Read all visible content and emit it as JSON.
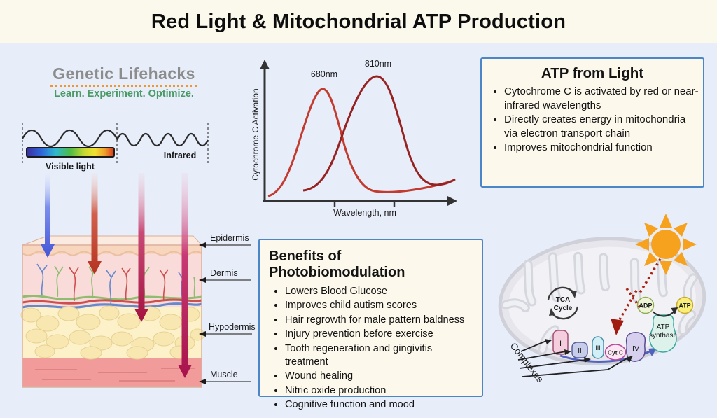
{
  "header": {
    "title": "Red Light & Mitochondrial ATP Production"
  },
  "logo": {
    "name": "Genetic Lifehacks",
    "tagline": "Learn. Experiment. Optimize."
  },
  "light_spectrum": {
    "visible_label": "Visible light",
    "infrared_label": "Infrared"
  },
  "skin": {
    "labels": [
      "Epidermis",
      "Dermis",
      "Hypodermis",
      "Muscle"
    ]
  },
  "chart": {
    "peak1_label": "680nm",
    "peak2_label": "810nm",
    "xlabel": "Wavelength, nm",
    "ylabel": "Cytochrome C Activation"
  },
  "chart_data": {
    "type": "line",
    "title": "",
    "xlabel": "Wavelength, nm",
    "ylabel": "Cytochrome C Activation",
    "grid": false,
    "x_ticks_labeled": false,
    "series": [
      {
        "name": "680nm",
        "peak_nm": 680,
        "relative_peak_height": 0.88,
        "color": "#c23b2e",
        "x": [
          620,
          640,
          660,
          680,
          700,
          720,
          740,
          760,
          800
        ],
        "y": [
          0.05,
          0.2,
          0.6,
          0.88,
          0.6,
          0.2,
          0.08,
          0.04,
          0.05
        ]
      },
      {
        "name": "810nm",
        "peak_nm": 810,
        "relative_peak_height": 1.0,
        "color": "#962222",
        "x": [
          700,
          730,
          760,
          785,
          810,
          835,
          860,
          880,
          900
        ],
        "y": [
          0.04,
          0.1,
          0.35,
          0.75,
          1.0,
          0.75,
          0.3,
          0.12,
          0.1
        ]
      }
    ],
    "annotations": [
      "680nm",
      "810nm"
    ]
  },
  "atp_box": {
    "title": "ATP from Light",
    "bullets": [
      "Cytochrome C is activated by red or near-infrared wavelengths",
      "Directly creates energy in mitochondria via electron transport chain",
      "Improves mitochondrial function"
    ]
  },
  "benefits_box": {
    "title": "Benefits of Photobiomodulation",
    "bullets": [
      "Lowers Blood Glucose",
      "Improves child autism scores",
      "Hair regrowth for male pattern baldness",
      "Injury prevention before exercise",
      "Tooth regeneration and gingivitis treatment",
      "Wound healing",
      "Nitric oxide production",
      "Cognitive function and mood"
    ]
  },
  "mitochondria": {
    "tca_line1": "TCA",
    "tca_line2": "Cycle",
    "complexes_label": "Complexes",
    "complexes": [
      "I",
      "II",
      "III",
      "IV"
    ],
    "cyt_c": "Cyt C",
    "adp": "ADP",
    "atp": "ATP",
    "atp_synthase_line1": "ATP",
    "atp_synthase_line2": "synthase"
  },
  "colors": {
    "background": "#e7eefa",
    "header_background": "#fbf8ec",
    "box_border": "#4a86c8",
    "box_background": "#fcf8ec",
    "curve_680": "#c23b2e",
    "curve_810": "#962222",
    "sun_orange": "#f6a21f",
    "logo_gray": "#8c8c8c",
    "logo_green": "#4a9a66",
    "logo_dots_orange": "#f0962e",
    "arrow_blue": "#4455d8",
    "arrow_red": "#c0392b",
    "arrow_crimson": "#ae1a4e",
    "arrow_magenta": "#c2256c"
  }
}
